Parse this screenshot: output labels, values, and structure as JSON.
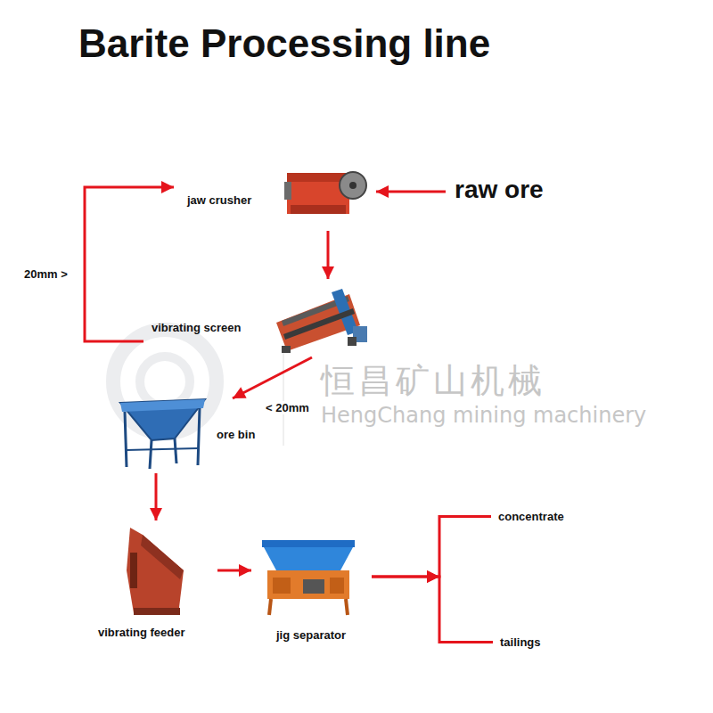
{
  "diagram": {
    "title": "Barite Processing line",
    "nodes": [
      {
        "text": [
          "raw ore"
        ]
      },
      {
        "text": [
          "jaw crusher"
        ]
      },
      {
        "text": [
          "vibrating screen"
        ]
      },
      {
        "text": [
          "ore bin"
        ]
      },
      {
        "text": [
          "vibrating feeder"
        ]
      },
      {
        "text": [
          "jig separator"
        ]
      },
      {
        "text": [
          "concentrate"
        ]
      },
      {
        "text": [
          "tailings"
        ]
      }
    ],
    "edges": [
      {
        "from": 0,
        "to": 1,
        "arrow": "to"
      },
      {
        "from": 1,
        "to": 2,
        "arrow": "to"
      },
      {
        "from": 2,
        "to": 1,
        "label": "20mm >",
        "arrow": "to"
      },
      {
        "from": 2,
        "to": 3,
        "label": "< 20mm",
        "arrow": "to"
      },
      {
        "from": 3,
        "to": 4,
        "arrow": "to"
      },
      {
        "from": 4,
        "to": 5,
        "arrow": "to"
      },
      {
        "from": 5,
        "to": 6,
        "arrow": "to"
      },
      {
        "from": 5,
        "to": 7,
        "arrow": "to"
      }
    ],
    "labels": [
      "恒昌矿山机械",
      "HengChang mining machinery"
    ]
  }
}
